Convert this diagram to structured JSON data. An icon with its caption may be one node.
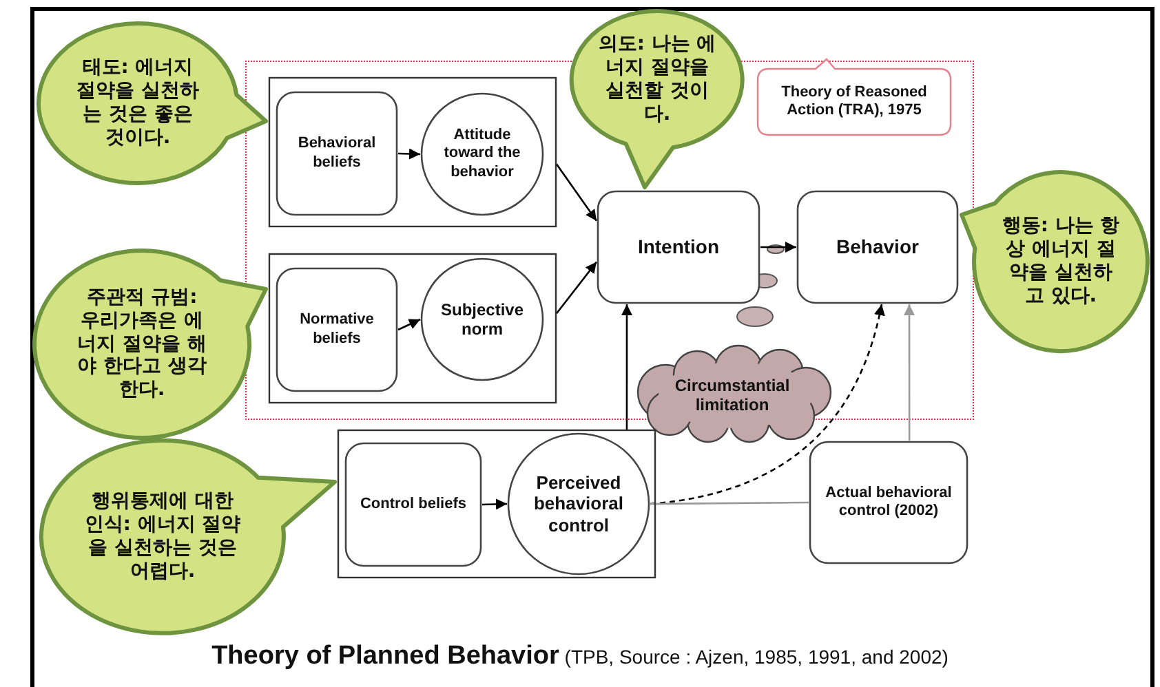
{
  "diagram": {
    "caption": "**Theory of Planned Behavior** (TPB,  Source : Ajzen, 1985, 1991, and 2002)",
    "nodes": [
      {
        "text": [
          "태도: 에너지 절약을 실천하는 것은 좋은 것이다."
        ]
      },
      {
        "text": [
          "의도: 나는 에너지 절약을 실천할 것이다."
        ]
      },
      {
        "text": [
          "행동: 나는 항상 에너지 절약을 실천하고 있다."
        ]
      },
      {
        "text": [
          "주관적 규범: 우리가족은 에너지 절약을 해야 한다고 생각한다."
        ]
      },
      {
        "text": [
          "행위통제에 대한 인식: 에너지 절약을 실천하는 것은 어렵다."
        ]
      },
      {
        "text": [
          "Theory of Reasoned Action (TRA), 1975"
        ]
      },
      {
        "text": [],
        "shape": "box"
      },
      {
        "text": [
          "Behavioral beliefs"
        ],
        "in": 6
      },
      {
        "text": [
          "Attitude toward the behavior"
        ],
        "in": 6
      },
      {
        "text": [],
        "shape": "box"
      },
      {
        "text": [
          "Normative beliefs"
        ],
        "in": 9
      },
      {
        "text": [
          "Subjective norm"
        ],
        "in": 9
      },
      {
        "text": [
          "Intention"
        ]
      },
      {
        "text": [
          "Behavior"
        ]
      },
      {
        "text": [
          "Circumstantial limitation"
        ]
      },
      {
        "text": [],
        "shape": "box"
      },
      {
        "text": [
          "Control beliefs"
        ],
        "in": 15
      },
      {
        "text": [
          "Perceived behavioral control"
        ],
        "in": 15
      },
      {
        "text": [
          "Actual behavioral control (2002)"
        ]
      }
    ],
    "edges": [
      {
        "from": 7,
        "to": 8,
        "arrow": "to"
      },
      {
        "from": 10,
        "to": 11,
        "arrow": "to"
      },
      {
        "from": 16,
        "to": 17,
        "arrow": "to"
      },
      {
        "from": 6,
        "to": 12,
        "arrow": "to"
      },
      {
        "from": 9,
        "to": 12,
        "arrow": "to"
      },
      {
        "from": 12,
        "to": 13,
        "arrow": "to"
      },
      {
        "from": 15,
        "to": 12,
        "arrow": "to"
      },
      {
        "from": 17,
        "to": 13,
        "arrow": "to",
        "style": "dashed"
      },
      {
        "from": 18,
        "to": 13,
        "arrow": "to",
        "color": "#999999"
      },
      {
        "from": 18,
        "to": 17,
        "arrow": "none",
        "color": "#999999"
      }
    ]
  }
}
